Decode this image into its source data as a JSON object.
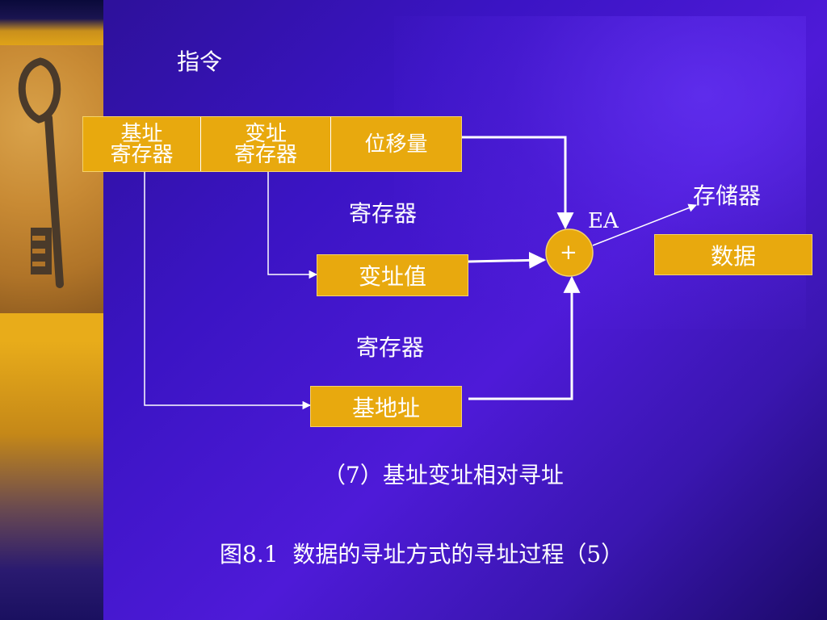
{
  "instruction_label": "指令",
  "instruction_fields": {
    "base_reg": [
      "基址",
      "寄存器"
    ],
    "index_reg": [
      "变址",
      "寄存器"
    ],
    "displacement": "位移量"
  },
  "register_label_1": "寄存器",
  "index_value": "变址值",
  "register_label_2": "寄存器",
  "base_address": "基地址",
  "adder_symbol": "+",
  "ea_label": "EA",
  "memory_label": "存储器",
  "data_label": "数据",
  "subcaption": "（7）基址变址相对寻址",
  "caption": "图8.1  数据的寻址方式的寻址过程（5）",
  "colors": {
    "box_fill": "#e8a90e",
    "background": "#3b14c4",
    "lines": "#ffffff"
  }
}
